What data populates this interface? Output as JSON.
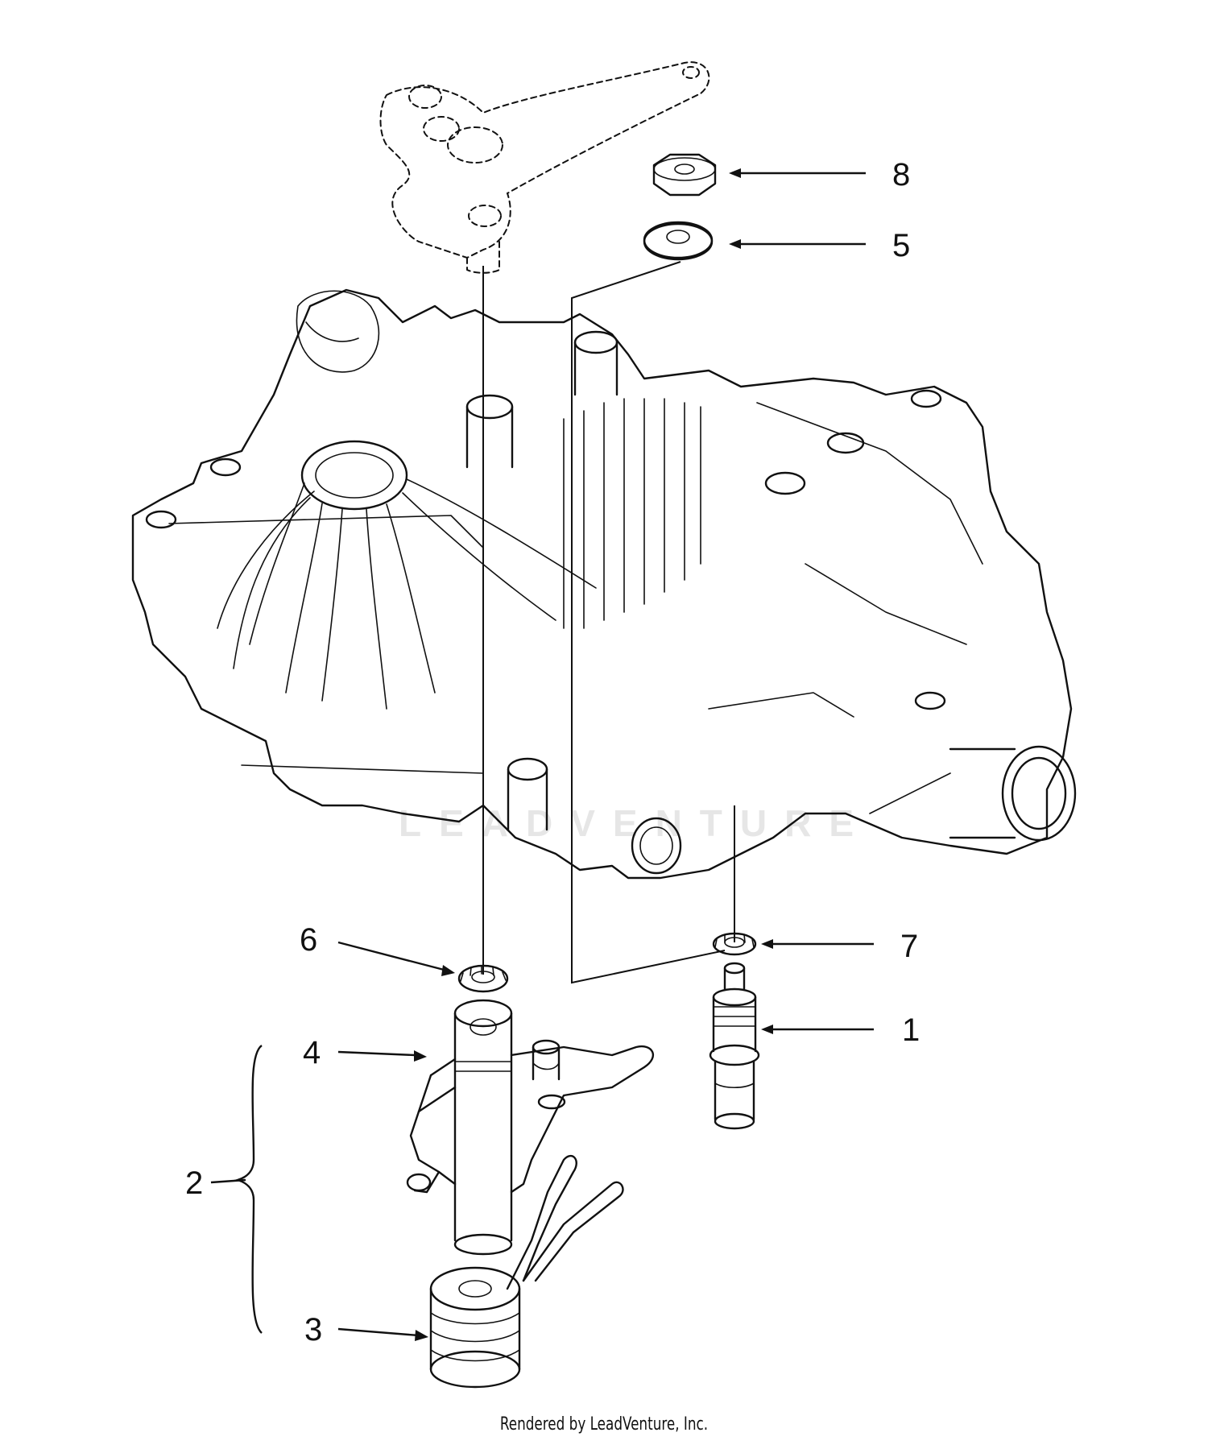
{
  "callouts": {
    "c1": "1",
    "c2": "2",
    "c3": "3",
    "c4": "4",
    "c5": "5",
    "c6": "6",
    "c7": "7",
    "c8": "8"
  },
  "watermark": "LEADVENTURE",
  "footer": "Rendered by LeadVenture, Inc."
}
